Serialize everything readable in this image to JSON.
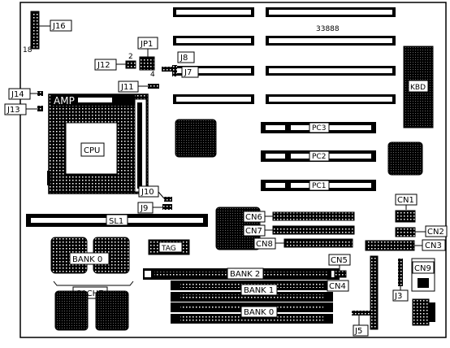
{
  "board": {
    "part_number": "33888",
    "pin_18": "18",
    "jp1_pin_2": "2",
    "jp1_pin_4": "4",
    "amp_label": "AMP",
    "cpu_label": "CPU",
    "sl1_label": "SL1",
    "tag_label": "TAG",
    "bank0_cache_label": "BANK 0",
    "cache_label": "CACHE",
    "bank2_label": "BANK 2",
    "bank1_label": "BANK 1",
    "bank0_simm_label": "BANK 0",
    "pc3_label": "PC3",
    "pc2_label": "PC2",
    "pc1_label": "PC1",
    "kbd_label": "KBD"
  },
  "callouts": {
    "j16": "J16",
    "jp1": "JP1",
    "j12": "J12",
    "j8": "J8",
    "j7": "J7",
    "j11": "J11",
    "j14": "J14",
    "j13": "J13",
    "j10": "J10",
    "j9": "J9",
    "cn1": "CN1",
    "cn2": "CN2",
    "cn3": "CN3",
    "cn5": "CN5",
    "cn4": "CN4",
    "cn6": "CN6",
    "cn7": "CN7",
    "cn8": "CN8",
    "cn9": "CN9",
    "j3": "J3",
    "j5": "J5"
  }
}
